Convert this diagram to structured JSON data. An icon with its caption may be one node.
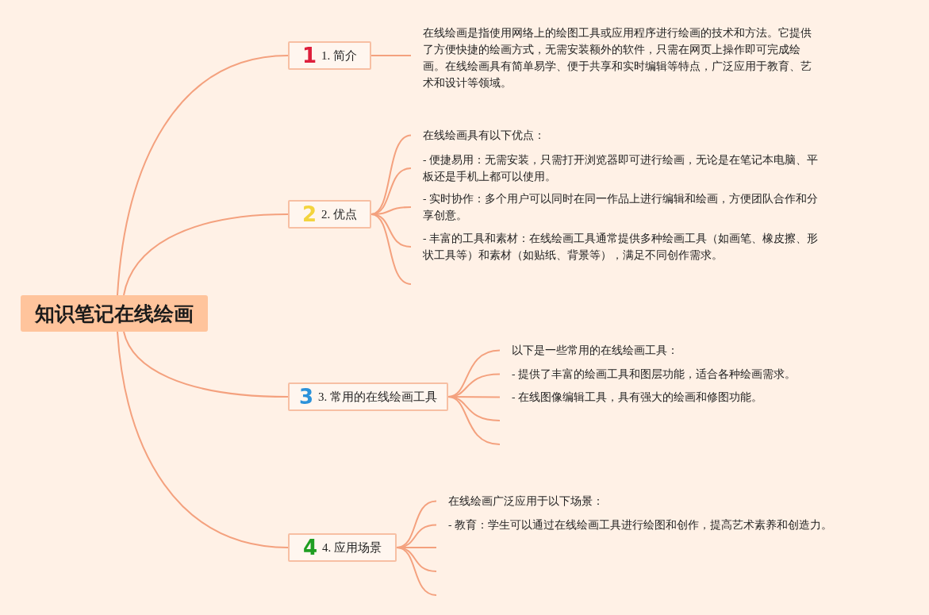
{
  "diagram": {
    "nodes": [
      {
        "text": [
          "知识笔记在线绘画"
        ]
      },
      {
        "text": [
          "1",
          "1. 简介"
        ]
      },
      {
        "text": [
          "2",
          "2. 优点"
        ]
      },
      {
        "text": [
          "3",
          "3. 常用的在线绘画工具"
        ]
      },
      {
        "text": [
          "4",
          "4. 应用场景"
        ]
      },
      {
        "text": [
          "在线绘画是指使用网络上的绘图工具或应用程序进行绘画的技术和方法。它提供了方便快捷的绘画方式，无需安装额外的软件，只需在网页上操作即可完成绘画。在线绘画具有简单易学、便于共享和实时编辑等特点，广泛应用于教育、艺术和设计等领域。"
        ]
      },
      {
        "text": [
          "在线绘画具有以下优点："
        ]
      },
      {
        "text": [
          "- 便捷易用：无需安装，只需打开浏览器即可进行绘画，无论是在笔记本电脑、平板还是手机上都可以使用。"
        ]
      },
      {
        "text": [
          "- 实时协作：多个用户可以同时在同一作品上进行编辑和绘画，方便团队合作和分享创意。"
        ]
      },
      {
        "text": [
          "- 丰富的工具和素材：在线绘画工具通常提供多种绘画工具（如画笔、橡皮擦、形状工具等）和素材（如贴纸、背景等），满足不同创作需求。"
        ]
      },
      {
        "text": [
          "以下是一些常用的在线绘画工具："
        ]
      },
      {
        "text": [
          "- 提供了丰富的绘画工具和图层功能，适合各种绘画需求。"
        ]
      },
      {
        "text": [
          "- 在线图像编辑工具，具有强大的绘画和修图功能。"
        ]
      },
      {
        "text": [
          "在线绘画广泛应用于以下场景："
        ]
      },
      {
        "text": [
          "- 教育：学生可以通过在线绘画工具进行绘图和创作，提高艺术素养和创造力。"
        ]
      }
    ],
    "edges": [
      {
        "from": 0,
        "to": 1,
        "arrow": "none"
      },
      {
        "from": 0,
        "to": 2,
        "arrow": "none"
      },
      {
        "from": 0,
        "to": 3,
        "arrow": "none"
      },
      {
        "from": 0,
        "to": 4,
        "arrow": "none"
      },
      {
        "from": 1,
        "to": 5,
        "arrow": "none"
      },
      {
        "from": 2,
        "to": 6,
        "arrow": "none"
      },
      {
        "from": 2,
        "to": 7,
        "arrow": "none"
      },
      {
        "from": 2,
        "to": 8,
        "arrow": "none"
      },
      {
        "from": 2,
        "to": 9,
        "arrow": "none"
      },
      {
        "from": 2,
        "to": null,
        "arrow": "none"
      },
      {
        "from": 3,
        "to": 10,
        "arrow": "none"
      },
      {
        "from": 3,
        "to": 11,
        "arrow": "none"
      },
      {
        "from": 3,
        "to": 12,
        "arrow": "none"
      },
      {
        "from": 3,
        "to": null,
        "arrow": "none"
      },
      {
        "from": 3,
        "to": null,
        "arrow": "none"
      },
      {
        "from": 4,
        "to": 13,
        "arrow": "none"
      },
      {
        "from": 4,
        "to": 14,
        "arrow": "none"
      },
      {
        "from": 4,
        "to": null,
        "arrow": "none"
      },
      {
        "from": 4,
        "to": null,
        "arrow": "none"
      },
      {
        "from": 4,
        "to": null,
        "arrow": "none"
      }
    ]
  }
}
